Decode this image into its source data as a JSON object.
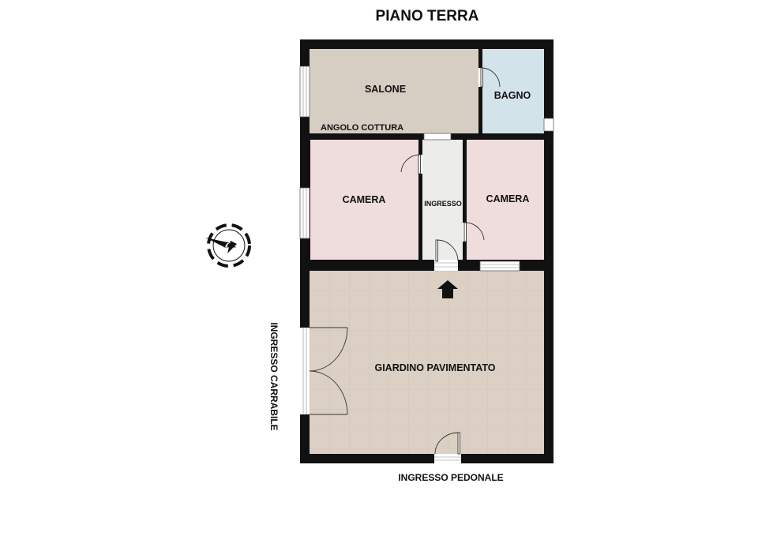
{
  "title": "PIANO TERRA",
  "colors": {
    "wall": "#111111",
    "salone": "#d6cdc3",
    "bagno": "#d3e3ea",
    "camera": "#efdcdc",
    "ingresso": "#ececea",
    "giardino": "#dbd0c3",
    "tile_line": "#cfc3b5"
  },
  "rooms": {
    "salone": "SALONE",
    "angolo_cottura": "ANGOLO COTTURA",
    "bagno": "BAGNO",
    "camera_left": "CAMERA",
    "ingresso": "INGRESSO",
    "camera_right": "CAMERA",
    "giardino": "GIARDINO PAVIMENTATO"
  },
  "outside": {
    "ingresso_carrabile": "INGRESSO CARRABILE",
    "ingresso_pedonale": "INGRESSO PEDONALE"
  },
  "icons": {
    "compass": "compass-icon",
    "entrance_arrow": "entrance-arrow-icon"
  }
}
